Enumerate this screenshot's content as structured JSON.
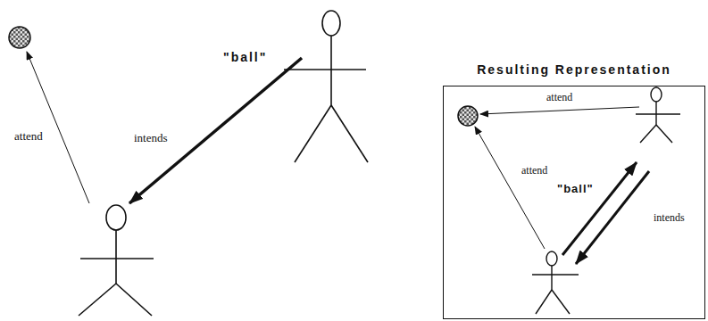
{
  "diagram": {
    "nodes": [
      {
        "text": [
          "Resulting Representation"
        ]
      }
    ],
    "labels": [
      "\"ball\"",
      "intends",
      "attend",
      "attend",
      "attend",
      "\"ball\"",
      "intends"
    ]
  }
}
